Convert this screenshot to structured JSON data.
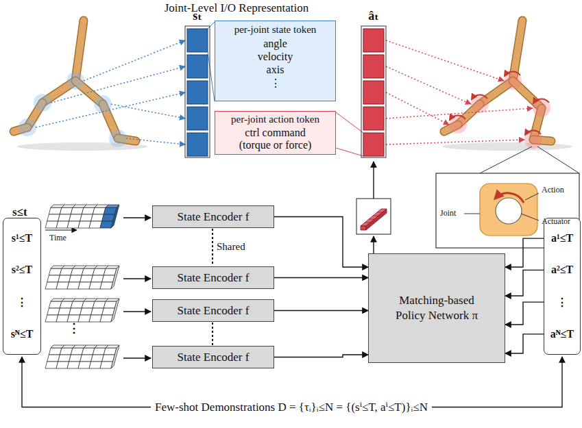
{
  "diagram": {
    "title": "Joint-Level I/O Representation",
    "caption": "Few-shot Demonstrations D = {τᵢ}ᵢ≤N = {(sⁱ≤T, aⁱ≤T)}ᵢ≤N",
    "nodes": [
      {
        "text": [
          "per-joint state token",
          "angle velocity axis ⋮"
        ]
      },
      {
        "text": [
          "per-joint action token",
          "ctrl command (torque or force)"
        ]
      },
      {
        "text": [
          "State Encoder f"
        ]
      },
      {
        "text": [
          "State Encoder f"
        ]
      },
      {
        "text": [
          "State Encoder f"
        ]
      },
      {
        "text": [
          "State Encoder f"
        ]
      },
      {
        "text": [
          "Matching-based Policy Network π"
        ]
      },
      {
        "text": [
          "s¹≤T",
          "s²≤T",
          "⋮",
          "sᴺ≤T"
        ]
      },
      {
        "text": [
          "a¹≤T",
          "a²≤T",
          "⋮",
          "aᴺ≤T"
        ]
      }
    ],
    "edges": [
      {
        "from": 2,
        "to": 6,
        "arrow": "to"
      },
      {
        "from": 3,
        "to": 6,
        "arrow": "to"
      },
      {
        "from": 4,
        "to": 6,
        "arrow": "to"
      },
      {
        "from": 5,
        "to": 6,
        "arrow": "to"
      },
      {
        "from": 8,
        "to": 6,
        "arrow": "to"
      }
    ],
    "labels": [
      "sₜ",
      "âₜ",
      "s≤t",
      "Time",
      "Shared",
      "⋮",
      "Action",
      "Joint",
      "Actuator"
    ]
  }
}
